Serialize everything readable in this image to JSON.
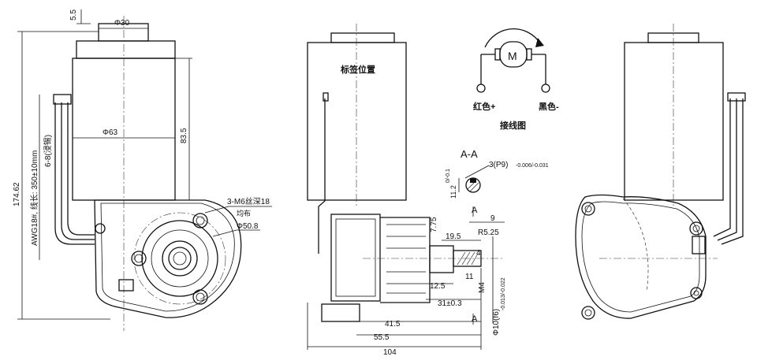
{
  "dimensions": {
    "top_gap": "5.5",
    "body_dia_top": "Φ30",
    "body_dia": "Φ63",
    "body_height": "83.5",
    "total_height": "174.62",
    "wire_gauge": "AWG18#, 线长: 350±10mm",
    "wire_strip": "6-8(浸锡)",
    "holes": "3-M6丝深18",
    "holes_sub": "均布",
    "pcd": "Φ50.8",
    "shaft_len": "7.75",
    "dim_9": "9",
    "dim_19_5": "19.5",
    "radius": "R5.25",
    "dim_4": "4",
    "dim_11": "11",
    "thread": "M4",
    "dim_12_5": "12.5",
    "dim_31": "31±0.3",
    "shaft_dia": "Φ10(f6)",
    "shaft_tol": "-0.013/-0.022",
    "dim_41_5": "41.5",
    "dim_55_5": "55.5",
    "dim_104": "104"
  },
  "section": {
    "title": "A-A",
    "key": "3(P9)",
    "key_tol": "-0.006/-0.031",
    "depth": "11.2",
    "depth_tol": "0/-0.1"
  },
  "labels": {
    "label_position": "标签位置",
    "red_terminal": "红色+",
    "black_terminal": "黑色-",
    "wiring_title": "接线图",
    "motor_symbol": "M",
    "section_mark_top": "A",
    "section_mark_bottom": "A"
  },
  "colors": {
    "line": "#111111",
    "background": "#ffffff"
  }
}
